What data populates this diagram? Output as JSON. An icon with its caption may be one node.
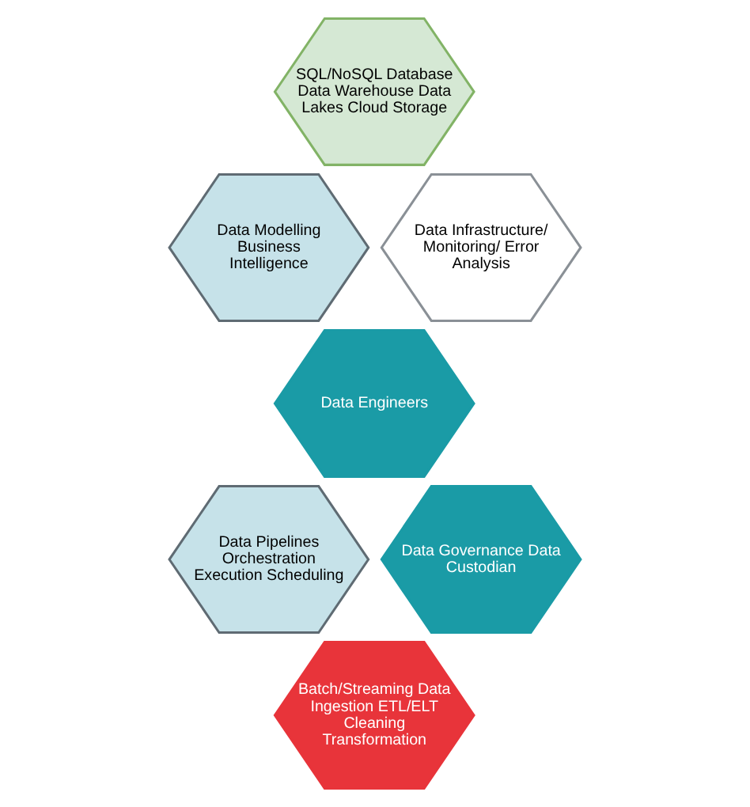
{
  "diagram": {
    "nodes": [
      {
        "text": [
          "SQL/NoSQL Database Data Warehouse Data Lakes Cloud Storage"
        ]
      },
      {
        "text": [
          "Data Modelling Business Intelligence"
        ]
      },
      {
        "text": [
          "Data Infrastructure/ Monitoring/ Error Analysis"
        ]
      },
      {
        "text": [
          "Data Engineers"
        ]
      },
      {
        "text": [
          "Data Pipelines Orchestration Execution Scheduling"
        ]
      },
      {
        "text": [
          "Data Governance Data Custodian"
        ]
      },
      {
        "text": [
          "Batch/Streaming Data Ingestion ETL/ELT Cleaning Transformation"
        ]
      }
    ],
    "edges": []
  }
}
